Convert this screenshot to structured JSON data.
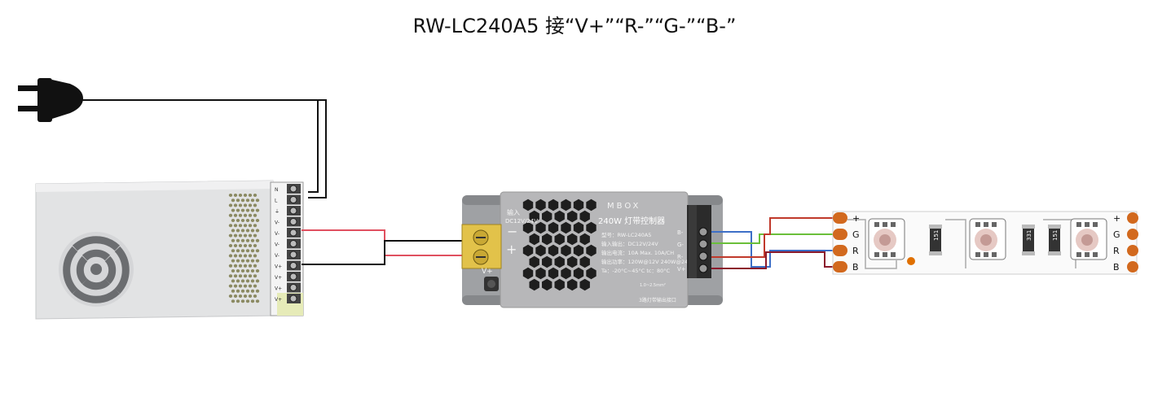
{
  "title": "RW-LC240A5 接“V+”“R-”“G-”“B-”",
  "psu": {
    "terminal_labels": [
      "N",
      "L",
      "⏚",
      "V-",
      "V-",
      "V-",
      "V-",
      "V+",
      "V+",
      "V+",
      "V+"
    ]
  },
  "controller": {
    "brand": "MBOX",
    "input_label": "输入",
    "input_voltage": "DC12V/24V",
    "minus_sign": "−",
    "plus_sign": "+",
    "vplus_label": "V+",
    "model_title": "240W 灯带控制器",
    "spec_lines": [
      "型号：RW-LC240A5",
      "输入输出：DC12V/24V",
      "输出电流：10A Max.  10A/CH",
      "输出功率：120W@12V  240W@24V",
      "Ta：-20°C~45°C    tc：80°C"
    ],
    "output_label": "3路灯带输出接口",
    "wire_spec": "1.0~2.5mm²",
    "output_terminals": [
      "B-",
      "G-",
      "R-",
      "V+"
    ]
  },
  "strip": {
    "pin_labels": [
      "+",
      "G",
      "R",
      "B"
    ],
    "resistor_codes": [
      "151",
      "331",
      "151"
    ]
  },
  "colors": {
    "positive_wire": "#e0505f",
    "negative_wire": "#111111",
    "red_channel": "#c0392b",
    "green_channel": "#6abf3a",
    "blue_channel": "#3d6fc7",
    "dark_red_channel": "#8b1a2b",
    "strip_pad": "#d2691e"
  }
}
